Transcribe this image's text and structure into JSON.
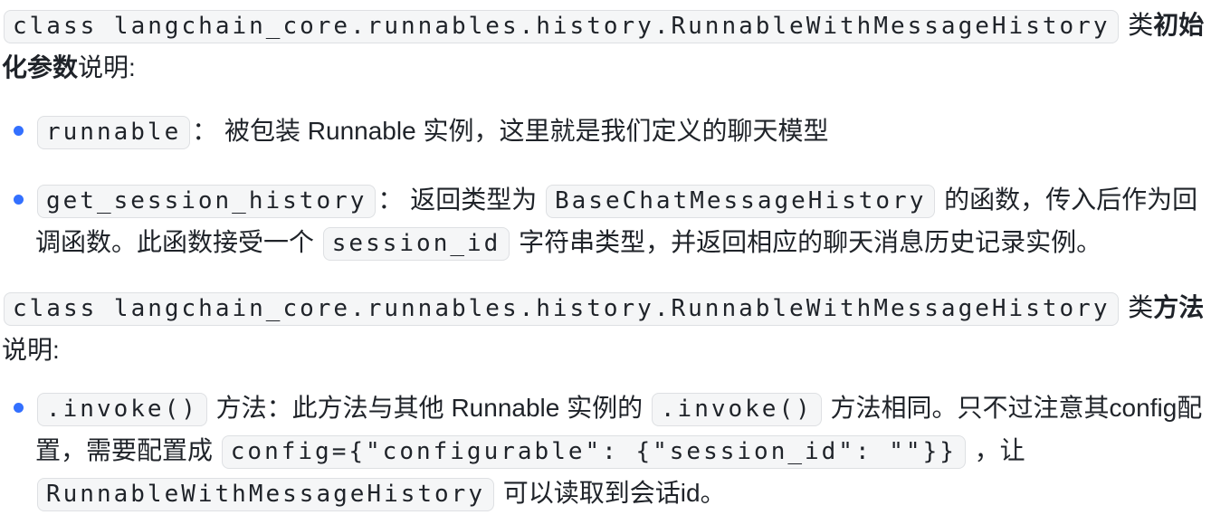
{
  "colors": {
    "text": "#1f2329",
    "code_background": "#f5f6f7",
    "code_border": "#dee0e3",
    "bullet": "#3370ff",
    "page_background": "#ffffff"
  },
  "content": {
    "para_init": {
      "segments": [
        {
          "t": "code",
          "v": "class langchain_core.runnables.history.RunnableWithMessageHistory"
        },
        {
          "t": "text",
          "v": " 类"
        },
        {
          "t": "bold",
          "v": "初始化参数"
        },
        {
          "t": "text",
          "v": "说明:"
        }
      ]
    },
    "bullets_init": [
      {
        "segments": [
          {
            "t": "code",
            "v": "runnable"
          },
          {
            "t": "text",
            "v": "： 被包装 Runnable 实例，这里就是我们定义的聊天模型"
          }
        ]
      },
      {
        "segments": [
          {
            "t": "code",
            "v": "get_session_history"
          },
          {
            "t": "text",
            "v": "： 返回类型为 "
          },
          {
            "t": "code",
            "v": "BaseChatMessageHistory"
          },
          {
            "t": "text",
            "v": " 的函数，传入后作为回调函数。此函数接受一个 "
          },
          {
            "t": "code",
            "v": "session_id"
          },
          {
            "t": "text",
            "v": " 字符串类型，并返回相应的聊天消息历史记录实例。"
          }
        ]
      }
    ],
    "para_methods": {
      "segments": [
        {
          "t": "code",
          "v": "class langchain_core.runnables.history.RunnableWithMessageHistory"
        },
        {
          "t": "text",
          "v": " 类"
        },
        {
          "t": "bold",
          "v": "方法"
        },
        {
          "t": "text",
          "v": "说明:"
        }
      ]
    },
    "bullets_methods": [
      {
        "segments": [
          {
            "t": "code",
            "v": ".invoke()"
          },
          {
            "t": "text",
            "v": " 方法：此方法与其他 Runnable 实例的 "
          },
          {
            "t": "code",
            "v": ".invoke()"
          },
          {
            "t": "text",
            "v": " 方法相同。只不过注意其config配置，需要配置成 "
          },
          {
            "t": "code",
            "v": "config={\"configurable\": {\"session_id\": \"\"}}"
          },
          {
            "t": "text",
            "v": " ，让 "
          },
          {
            "t": "code",
            "v": "RunnableWithMessageHistory"
          },
          {
            "t": "text",
            "v": " 可以读取到会话id。"
          }
        ]
      }
    ]
  }
}
